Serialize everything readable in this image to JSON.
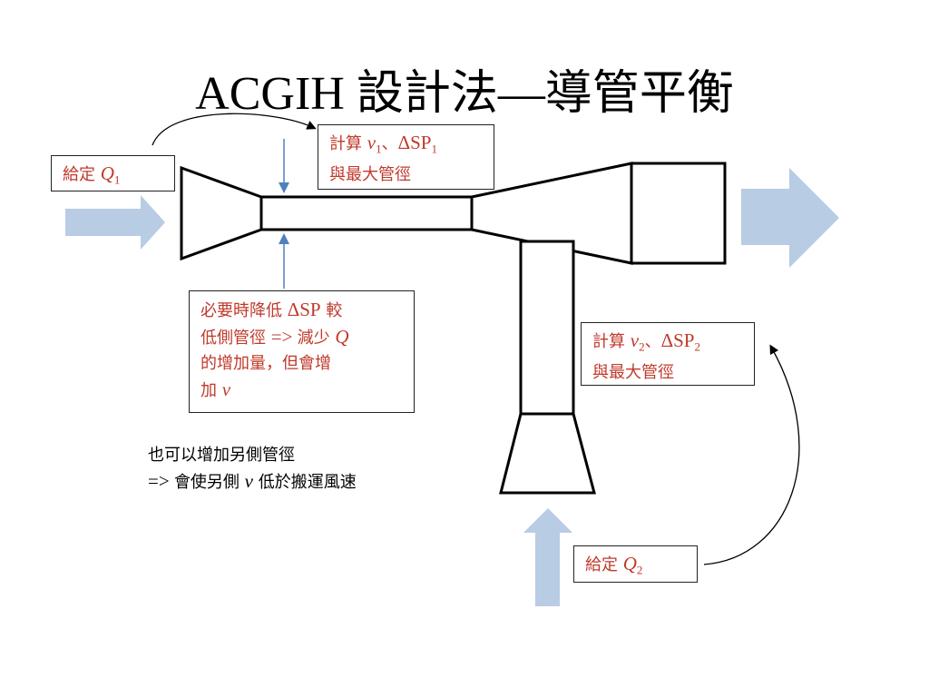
{
  "title": {
    "latin": "ACGIH ",
    "cjk": "設計法—導管平衡"
  },
  "box_q1": {
    "prefix": "給定 ",
    "var": "Q",
    "sub": "1"
  },
  "box_calc1": {
    "line1_prefix": "計算 ",
    "var_v": "v",
    "sub_v": "1",
    "sep": "、",
    "dsp": "ΔSP",
    "sub_dsp": "1",
    "line2": "與最大管徑"
  },
  "box_reduce": {
    "line1_a": "必要時降低 ",
    "line1_dsp": "ΔSP",
    "line1_b": " 較",
    "line2_a": "低側管徑 ",
    "line2_arrow": " => ",
    "line2_b": "減少 ",
    "line2_q": "Q",
    "line3": "的增加量，但會增",
    "line4_a": "加 ",
    "line4_v": "v"
  },
  "box_calc2": {
    "line1_prefix": "計算 ",
    "var_v": "v",
    "sub_v": "2",
    "sep": "、",
    "dsp": "ΔSP",
    "sub_dsp": "2",
    "line2": "與最大管徑"
  },
  "box_q2": {
    "prefix": "給定 ",
    "var": "Q",
    "sub": "2"
  },
  "note": {
    "line1": "也可以增加另側管徑",
    "line2_arrow": "=> ",
    "line2_a": "會使另側 ",
    "line2_v": "v",
    "line2_b": " 低於搬運風速"
  },
  "colors": {
    "flow_arrow": "#b8cce4",
    "red_text": "#c0392b",
    "indicator_arrow": "#4f81bd",
    "outline": "#000000"
  }
}
